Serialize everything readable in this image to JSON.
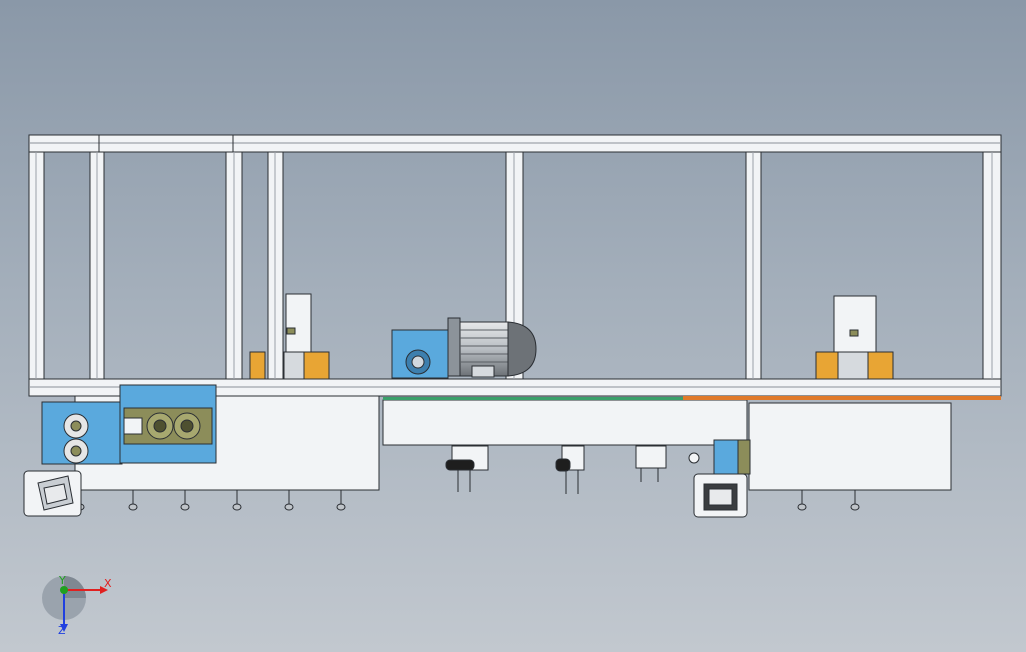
{
  "viewport": {
    "title": ""
  },
  "triad": {
    "x_label": "X",
    "y_label": "Y",
    "z_label": "Z"
  },
  "colors": {
    "frame_fill": "#f2f4f6",
    "frame_stroke": "#2a2e33",
    "blue_part": "#5aa9dd",
    "olive_part": "#8c8d5a",
    "orange_part": "#e8a534",
    "green_strip": "#3aa06a",
    "orange_strip": "#e07a2a",
    "axis_x": "#e02020",
    "axis_y": "#20a020",
    "axis_z": "#2040e0"
  }
}
